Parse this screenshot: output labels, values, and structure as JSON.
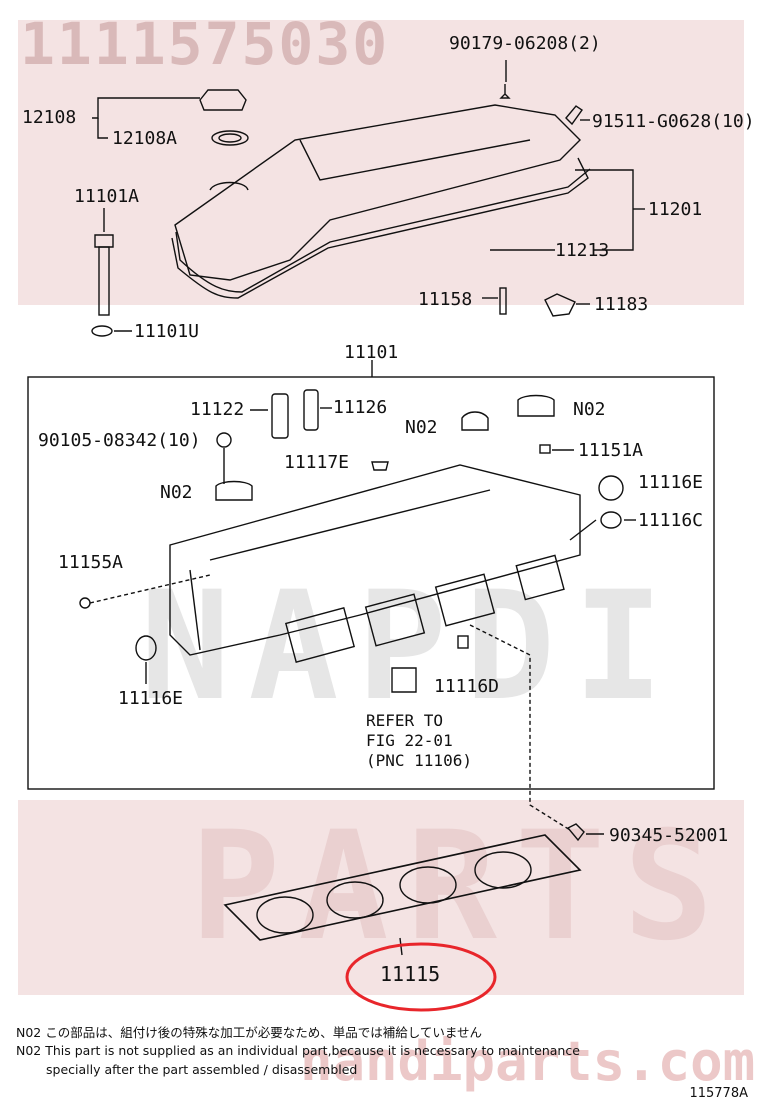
{
  "watermark": {
    "part_number": "1111575030",
    "brand_mid": "NAPDI",
    "brand_low": "PARTS",
    "site": "nandiparts.com"
  },
  "labels": {
    "l12108": "12108",
    "l12108A": "12108A",
    "l90179": "90179-06208(2)",
    "l91511": "91511-G0628(10)",
    "l11101A": "11101A",
    "l11201": "11201",
    "l11213": "11213",
    "l11158": "11158",
    "l11183": "11183",
    "l11101U": "11101U",
    "l11101": "11101",
    "l11122": "11122",
    "l11126": "11126",
    "l90105": "90105-08342(10)",
    "lN02a": "N02",
    "lN02b": "N02",
    "lN02c": "N02",
    "l11151A": "11151A",
    "l11117E": "11117E",
    "l11116E_r": "11116E",
    "l11116C": "11116C",
    "l11155A": "11155A",
    "l11116E_l": "11116E",
    "l11116D": "11116D",
    "refer1": "REFER TO",
    "refer2": "FIG 22-01",
    "refer3": "(PNC 11106)",
    "l90345": "90345-52001",
    "l11115": "11115"
  },
  "notes": {
    "jp": "N02 この部品は、組付け後の特殊な加工が必要なため、単品では補給していません",
    "en1": "N02 This part is not supplied as an individual part,because it is necessary to maintenance",
    "en2": "specially after the part assembled / disassembled"
  },
  "figure_id": "115778A",
  "colors": {
    "highlight": "#e8262b",
    "line": "#111111",
    "watermark": "#d9b9b9"
  }
}
